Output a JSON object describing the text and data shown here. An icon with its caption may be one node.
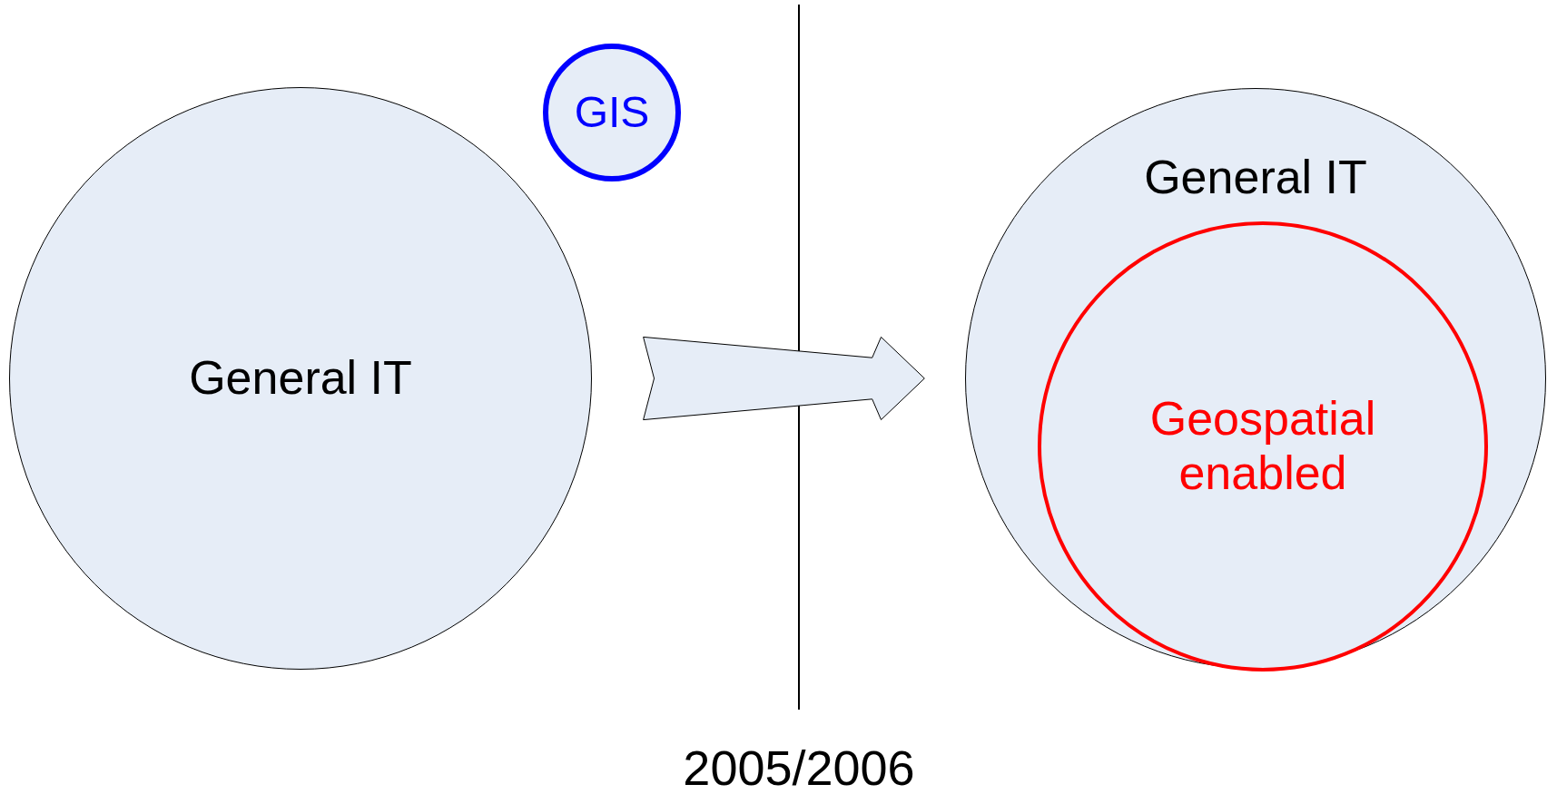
{
  "diagram": {
    "nodes": [
      {
        "text": [
          "General IT"
        ]
      },
      {
        "text": [
          "GIS"
        ]
      },
      {
        "text": [
          "General IT"
        ]
      },
      {
        "text": [
          "Geospatial enabled"
        ],
        "in": 2
      }
    ],
    "edges": [
      {
        "from": 0,
        "to": 2,
        "arrow": "to",
        "style": "thick"
      }
    ],
    "labels": [
      "2005/2006"
    ]
  }
}
